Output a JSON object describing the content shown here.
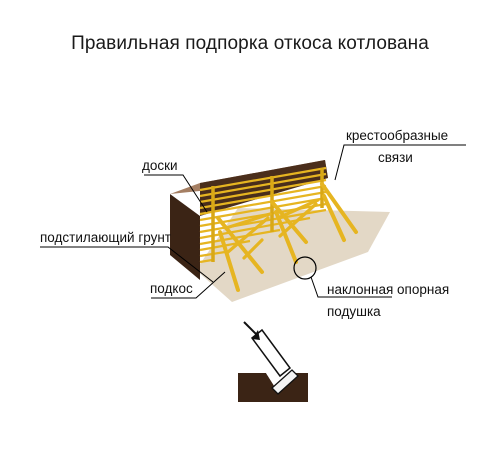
{
  "title": "Правильная подпорка откоса котлована",
  "labels": {
    "boards": "доски",
    "cross_ties_line1": "крестообразные",
    "cross_ties_line2": "связи",
    "bedding_soil": "подстилающий грунт",
    "strut": "подкос",
    "pad_line1": "наклонная опорная",
    "pad_line2": "подушка"
  },
  "colors": {
    "soil_top": "#a57f63",
    "soil_front": "#3b2415",
    "soil_side": "#4a2e1b",
    "timber": "#e6b521",
    "timber_dark": "#b98a10",
    "ground": "#e3d8c6",
    "leader": "#000000"
  }
}
